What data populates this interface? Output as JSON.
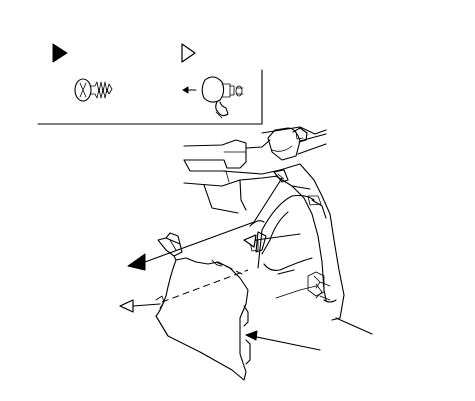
{
  "legend": {
    "items": [
      {
        "symbol": "solid-triangle",
        "fastener": "self-tapping-screw-icon"
      },
      {
        "symbol": "hollow-triangle",
        "fastener": "push-clip-icon"
      }
    ]
  },
  "callouts": {
    "screw_marker": "solid-triangle",
    "clip_markers": [
      "hollow-triangle",
      "hollow-triangle"
    ]
  }
}
